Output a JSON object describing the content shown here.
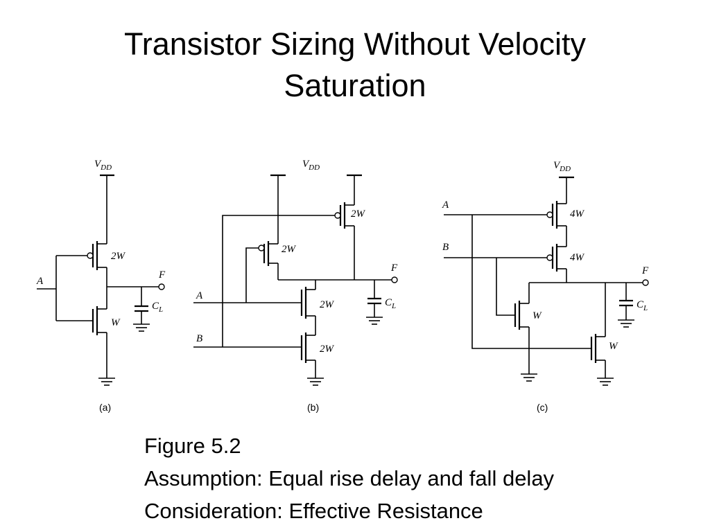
{
  "slide": {
    "title_lines": [
      "Transistor Sizing Without Velocity",
      "Saturation"
    ],
    "caption_lines": [
      "Figure 5.2",
      "Assumption: Equal rise delay and fall delay",
      "Consideration: Effective Resistance"
    ]
  },
  "diagram": {
    "circuits": [
      {
        "caption": "(a)",
        "supply": {
          "main": "V",
          "sub": "DD"
        },
        "inputs": [
          "A"
        ],
        "output": "F",
        "load": {
          "main": "C",
          "sub": "L"
        },
        "transistors": [
          {
            "type": "pmos",
            "size": "2W"
          },
          {
            "type": "nmos",
            "size": "W"
          }
        ]
      },
      {
        "caption": "(b)",
        "supply": {
          "main": "V",
          "sub": "DD"
        },
        "inputs": [
          "A",
          "B"
        ],
        "output": "F",
        "load": {
          "main": "C",
          "sub": "L"
        },
        "transistors": [
          {
            "type": "pmos",
            "size": "2W"
          },
          {
            "type": "pmos",
            "size": "2W"
          },
          {
            "type": "nmos",
            "size": "2W"
          },
          {
            "type": "nmos",
            "size": "2W"
          }
        ]
      },
      {
        "caption": "(c)",
        "supply": {
          "main": "V",
          "sub": "DD"
        },
        "inputs": [
          "A",
          "B"
        ],
        "output": "F",
        "load": {
          "main": "C",
          "sub": "L"
        },
        "transistors": [
          {
            "type": "pmos",
            "size": "4W"
          },
          {
            "type": "pmos",
            "size": "4W"
          },
          {
            "type": "nmos",
            "size": "W"
          },
          {
            "type": "nmos",
            "size": "W"
          }
        ]
      }
    ]
  }
}
